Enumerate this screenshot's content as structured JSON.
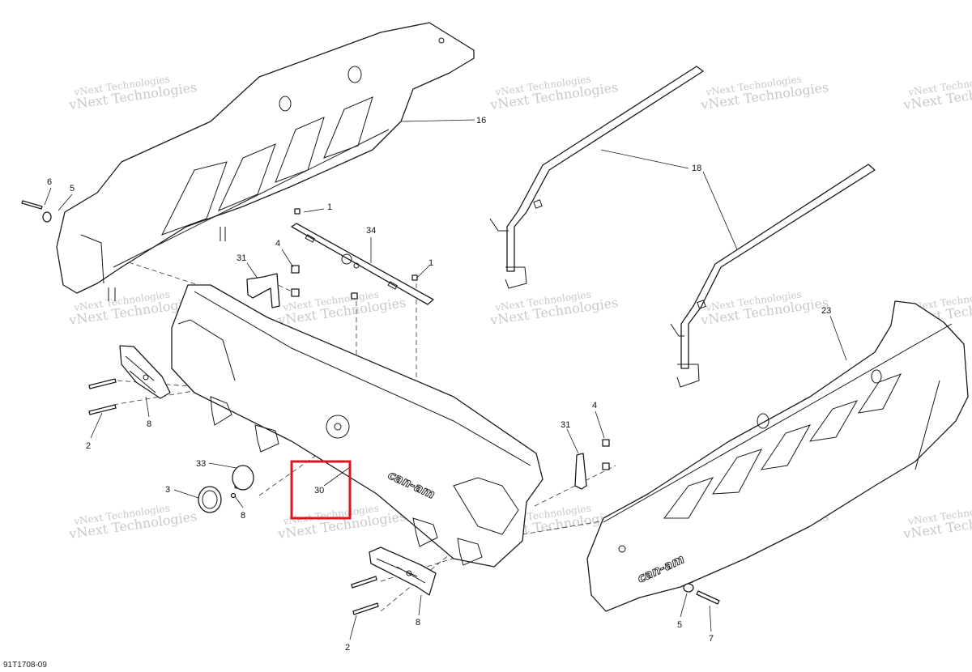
{
  "diagram_ref": "91T1708-09",
  "watermark": "vNext Technologies",
  "brand_text": "can-am",
  "highlight_color": "#e0141e",
  "highlighted_part": "30",
  "callouts": [
    "1",
    "1",
    "2",
    "2",
    "3",
    "4",
    "4",
    "5",
    "5",
    "6",
    "6",
    "7",
    "8",
    "8",
    "16",
    "18",
    "23",
    "30",
    "31",
    "31",
    "33",
    "34"
  ]
}
